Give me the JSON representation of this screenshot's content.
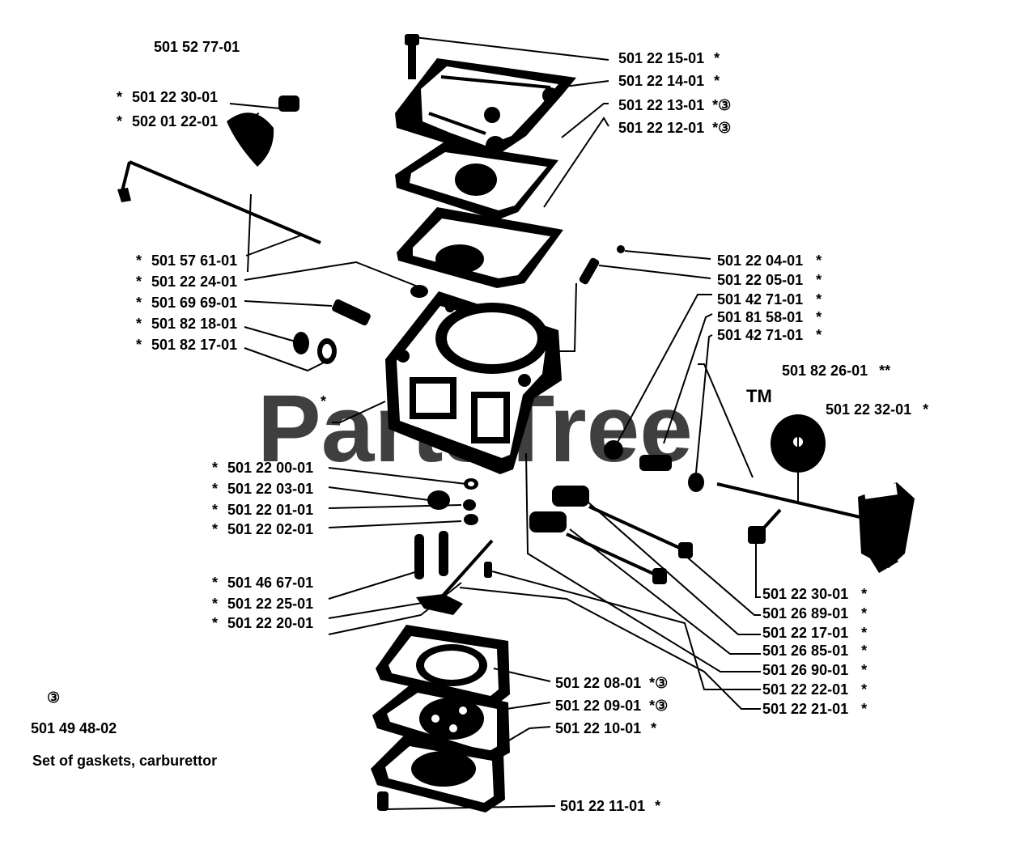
{
  "title": "501 52 77-01",
  "watermark": "PartsTree",
  "watermark_tm": "TM",
  "kit": {
    "symbol": "③",
    "part": "501 49 48-02",
    "description": "Set of gaskets, carburettor"
  },
  "callouts": [
    {
      "id": "c1",
      "prefix": "",
      "part": "501 22 15-01",
      "suffix": "*"
    },
    {
      "id": "c2",
      "prefix": "",
      "part": "501 22 14-01",
      "suffix": "*"
    },
    {
      "id": "c3",
      "prefix": "",
      "part": "501 22 13-01",
      "suffix": "*③"
    },
    {
      "id": "c4",
      "prefix": "",
      "part": "501 22 12-01",
      "suffix": "*③"
    },
    {
      "id": "c5",
      "prefix": "*",
      "part": "501 22 30-01",
      "suffix": ""
    },
    {
      "id": "c6",
      "prefix": "*",
      "part": "502 01 22-01",
      "suffix": ""
    },
    {
      "id": "c7",
      "prefix": "*",
      "part": "501 57 61-01",
      "suffix": ""
    },
    {
      "id": "c8",
      "prefix": "*",
      "part": "501 22 24-01",
      "suffix": ""
    },
    {
      "id": "c9",
      "prefix": "*",
      "part": "501 69 69-01",
      "suffix": ""
    },
    {
      "id": "c10",
      "prefix": "*",
      "part": "501 82 18-01",
      "suffix": ""
    },
    {
      "id": "c11",
      "prefix": "*",
      "part": "501 82 17-01",
      "suffix": ""
    },
    {
      "id": "c12",
      "prefix": "",
      "part": "501 22  04-01",
      "suffix": "*"
    },
    {
      "id": "c13",
      "prefix": "",
      "part": "501 22  05-01",
      "suffix": "*"
    },
    {
      "id": "c14",
      "prefix": "",
      "part": "501 42  71-01",
      "suffix": "*"
    },
    {
      "id": "c15",
      "prefix": "",
      "part": "501 81  58-01",
      "suffix": "*"
    },
    {
      "id": "c16",
      "prefix": "",
      "part": "501 42  71-01",
      "suffix": "*"
    },
    {
      "id": "c17",
      "prefix": "",
      "part": "501 82 26-01",
      "suffix": "**"
    },
    {
      "id": "c18",
      "prefix": "",
      "part": "501 22 32-01",
      "suffix": "*"
    },
    {
      "id": "c19",
      "prefix": "*",
      "part": "",
      "suffix": ""
    },
    {
      "id": "c20",
      "prefix": "*",
      "part": "501 22 00-01",
      "suffix": ""
    },
    {
      "id": "c21",
      "prefix": "*",
      "part": "501 22 03-01",
      "suffix": ""
    },
    {
      "id": "c22",
      "prefix": "*",
      "part": "501 22 01-01",
      "suffix": ""
    },
    {
      "id": "c23",
      "prefix": "*",
      "part": "501 22 02-01",
      "suffix": ""
    },
    {
      "id": "c24",
      "prefix": "*",
      "part": "501 46 67-01",
      "suffix": ""
    },
    {
      "id": "c25",
      "prefix": "*",
      "part": "501 22 25-01",
      "suffix": ""
    },
    {
      "id": "c26",
      "prefix": "*",
      "part": "501 22 20-01",
      "suffix": ""
    },
    {
      "id": "c27",
      "prefix": "",
      "part": "501 22 30-01",
      "suffix": "*"
    },
    {
      "id": "c28",
      "prefix": "",
      "part": "501 26 89-01",
      "suffix": "*"
    },
    {
      "id": "c29",
      "prefix": "",
      "part": "501 22 17-01",
      "suffix": "*"
    },
    {
      "id": "c30",
      "prefix": "",
      "part": "501 26 85-01",
      "suffix": "*"
    },
    {
      "id": "c31",
      "prefix": "",
      "part": "501 26 90-01",
      "suffix": "*"
    },
    {
      "id": "c32",
      "prefix": "",
      "part": "501 22 22-01",
      "suffix": "*"
    },
    {
      "id": "c33",
      "prefix": "",
      "part": "501 22 21-01",
      "suffix": "*"
    },
    {
      "id": "c34",
      "prefix": "",
      "part": "501 22 08-01",
      "suffix": "*③"
    },
    {
      "id": "c35",
      "prefix": "",
      "part": "501 22 09-01",
      "suffix": "*③"
    },
    {
      "id": "c36",
      "prefix": "",
      "part": "501 22 10-01",
      "suffix": "*"
    },
    {
      "id": "c37",
      "prefix": "",
      "part": "501 22 11-01",
      "suffix": "*"
    }
  ]
}
